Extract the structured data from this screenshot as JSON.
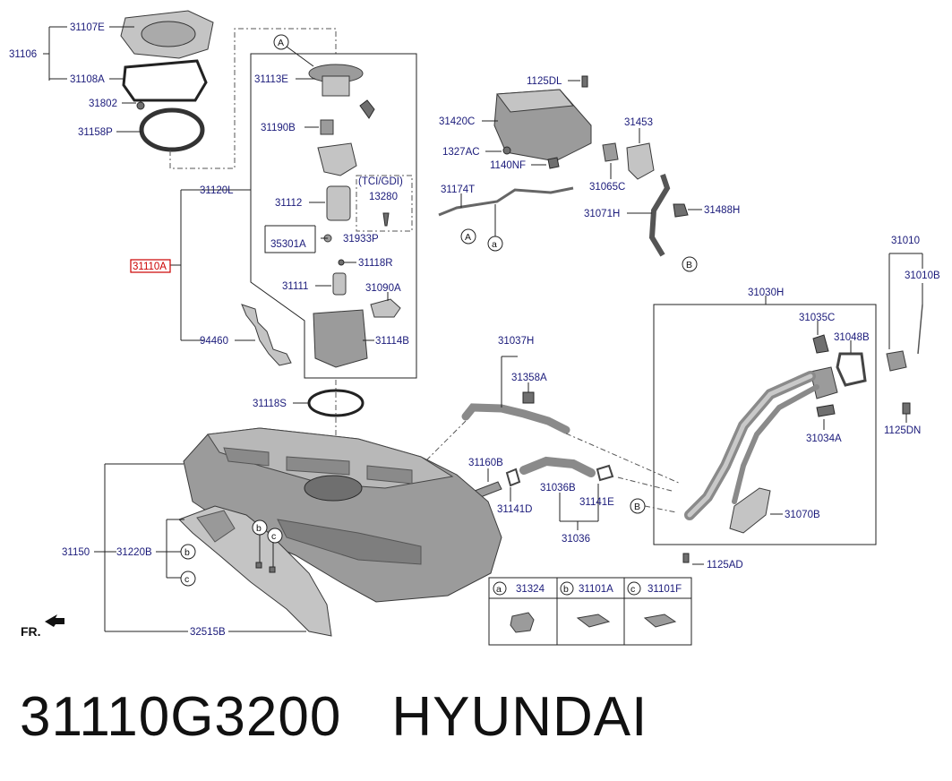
{
  "labels": {
    "l31106": "31106",
    "l31107E": "31107E",
    "l31108A": "31108A",
    "l31802": "31802",
    "l31158P": "31158P",
    "l31120L": "31120L",
    "l31110A": "31110A",
    "l94460": "94460",
    "l31113E": "31113E",
    "l31190B": "31190B",
    "tci": "(TCI/GDI)",
    "l13280": "13280",
    "l31112": "31112",
    "l35301A": "35301A",
    "l31933P": "31933P",
    "l31118R": "31118R",
    "l31111": "31111",
    "l31090A": "31090A",
    "l31114B": "31114B",
    "l31118S": "31118S",
    "l1125DL": "1125DL",
    "l31420C": "31420C",
    "l31453": "31453",
    "l1327AC": "1327AC",
    "l1140NF": "1140NF",
    "l31174T": "31174T",
    "l31065C": "31065C",
    "l31071H": "31071H",
    "l31488H": "31488H",
    "l31010": "31010",
    "l31010B": "31010B",
    "l31030H": "31030H",
    "l31035C": "31035C",
    "l31048B": "31048B",
    "l31037H": "31037H",
    "l31358A": "31358A",
    "l1125DN": "1125DN",
    "l31034A": "31034A",
    "l31160B": "31160B",
    "l31141D": "31141D",
    "l31036B": "31036B",
    "l31141E": "31141E",
    "l31036": "31036",
    "l31070B": "31070B",
    "l1125AD": "1125AD",
    "l31150": "31150",
    "l31220B": "31220B",
    "l32515B": "32515B",
    "fr": "FR."
  },
  "callouts": {
    "a": "a",
    "b": "b",
    "c": "c",
    "A": "A",
    "B": "B"
  },
  "legend": {
    "a_code": "31324",
    "b_code": "31101A",
    "c_code": "31101F"
  },
  "footer": {
    "part_number": "31110G3200",
    "brand": "HYUNDAI"
  },
  "colors": {
    "label_text": "#1a1a7a",
    "highlight": "#cc0000",
    "part_fill": "#9b9b9b"
  }
}
